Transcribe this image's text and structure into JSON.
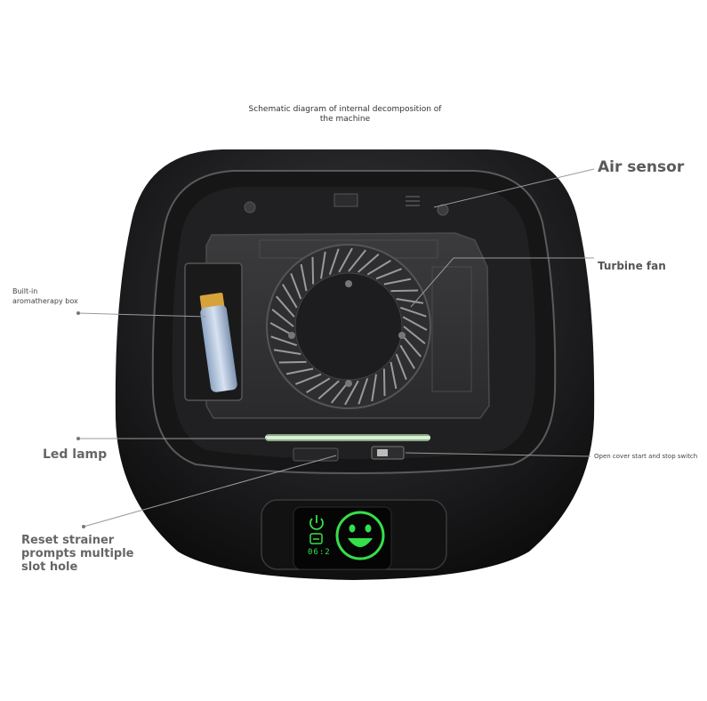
{
  "title": "Schematic diagram of internal decomposition of\nthe machine",
  "labels": {
    "air_sensor": "Air sensor",
    "turbine_fan": "Turbine fan",
    "aromatherapy_box": "Built-in\naromatherapy box",
    "led_lamp": "Led lamp",
    "switch": "Open cover start and stop switch",
    "reset": "Reset strainer\nprompts multiple\nslot hole"
  },
  "display": {
    "time": "06:2"
  },
  "colors": {
    "body": "#1c1c1e",
    "display_green": "#34e04a",
    "label_text": "#555555"
  },
  "icons": [
    "power-icon",
    "smiley-face-icon",
    "filter-indicator-icon"
  ]
}
